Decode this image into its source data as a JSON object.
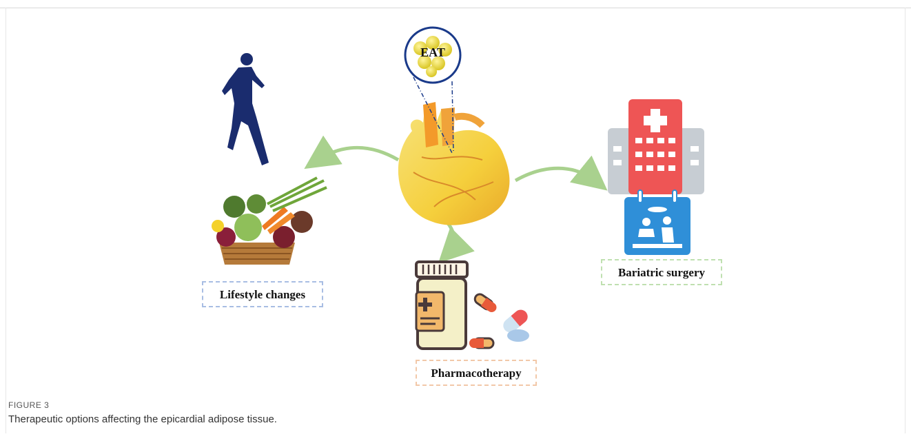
{
  "figure": {
    "label": "FIGURE 3",
    "caption": "Therapeutic options affecting the epicardial adipose tissue."
  },
  "labels": {
    "eat": "EAT",
    "lifestyle": "Lifestyle changes",
    "pharmacotherapy": "Pharmacotherapy",
    "bariatric": "Bariatric surgery"
  },
  "colors": {
    "runner": "#1a2c6e",
    "arrow": "#a9d18e",
    "hospital_red": "#ee5555",
    "hospital_gray": "#c7cdd3",
    "calendar_blue": "#2f8fd8",
    "heart_yellow": "#f6d34b",
    "bottle_outline": "#4a3a3a"
  },
  "icons": [
    "runner-icon",
    "vegetable-basket-icon",
    "heart-icon",
    "fat-cell-cluster-icon",
    "hospital-icon",
    "surgery-calendar-icon",
    "pill-bottle-icon",
    "capsule-icon"
  ]
}
